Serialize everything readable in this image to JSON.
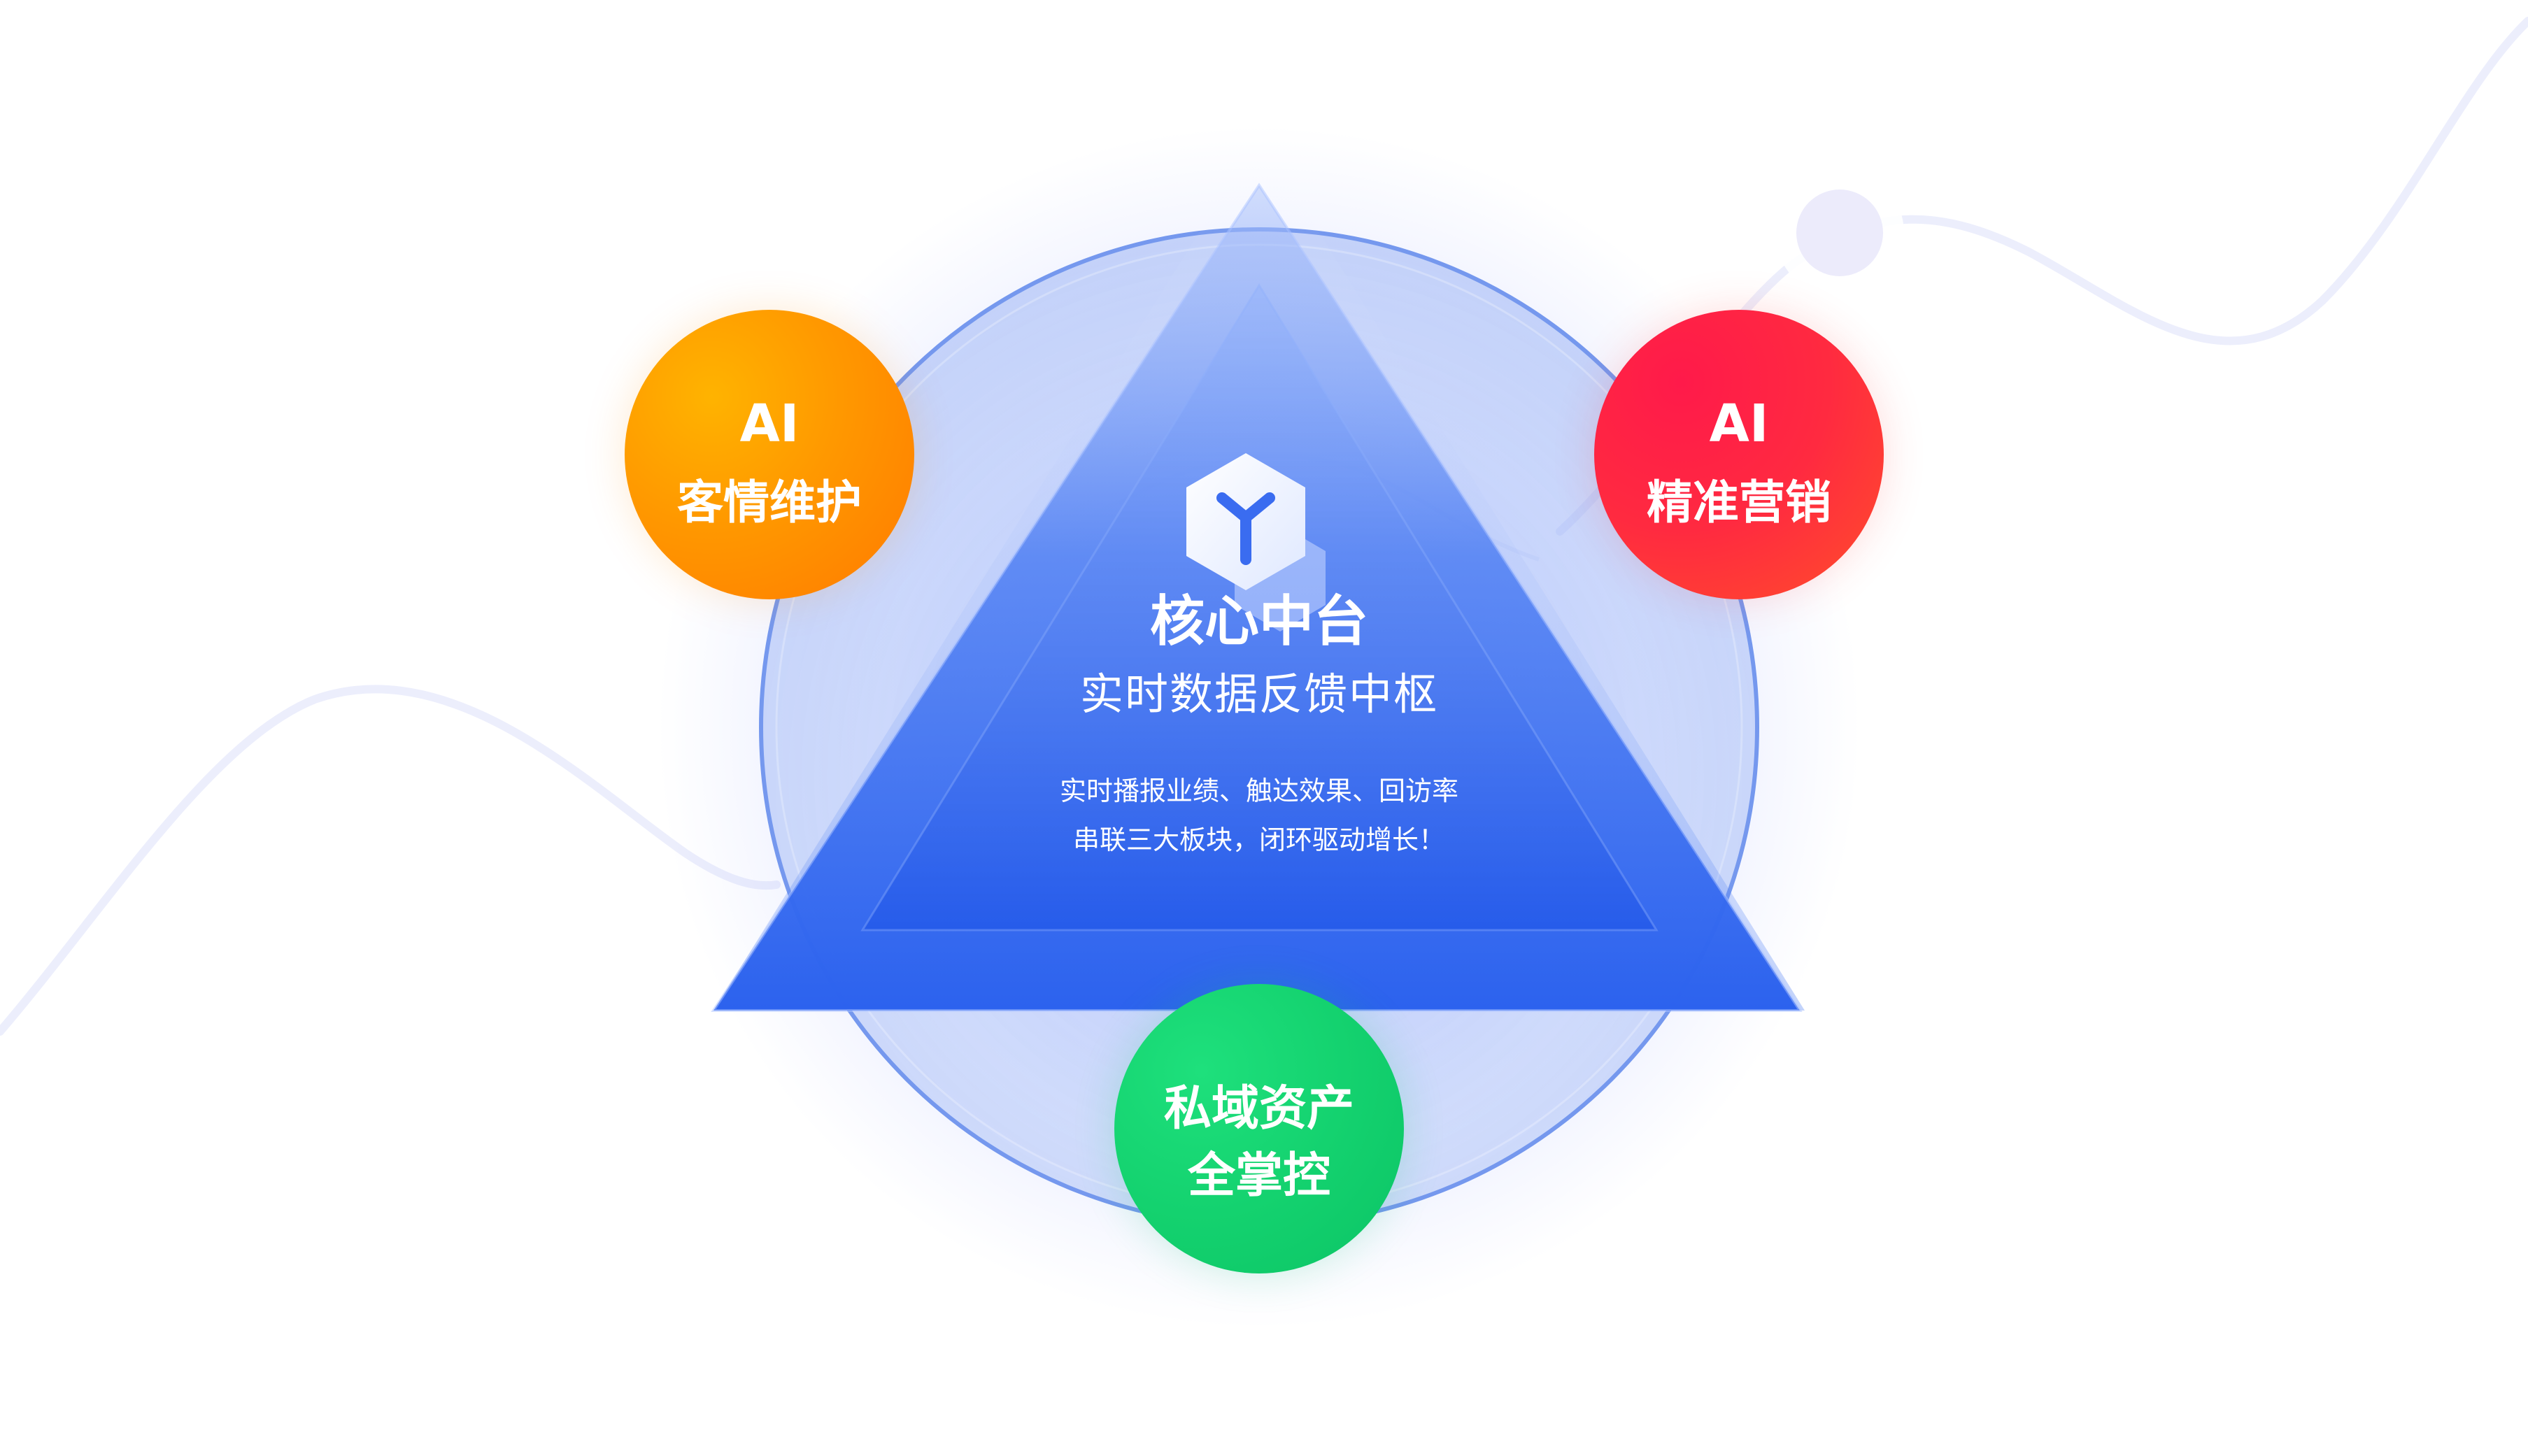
{
  "center": {
    "title": "核心中台",
    "subtitle": "实时数据反馈中枢",
    "desc_line1": "实时播报业绩、触达效果、回访率",
    "desc_line2": "串联三大板块，闭环驱动增长！",
    "icon": "cube-y-logo-icon"
  },
  "badges": {
    "left": {
      "line1": "AI",
      "line2": "客情维护",
      "color": "#ff9800"
    },
    "right": {
      "line1": "AI",
      "line2": "精准营销",
      "color": "#ff2a40"
    },
    "bottom": {
      "line1": "私域资产",
      "line2": "全掌控",
      "color": "#14d26f"
    }
  },
  "colors": {
    "triangle": "#2f66f0",
    "circle_ring": "#7aa0f2",
    "wave": "#e6e8fb"
  }
}
